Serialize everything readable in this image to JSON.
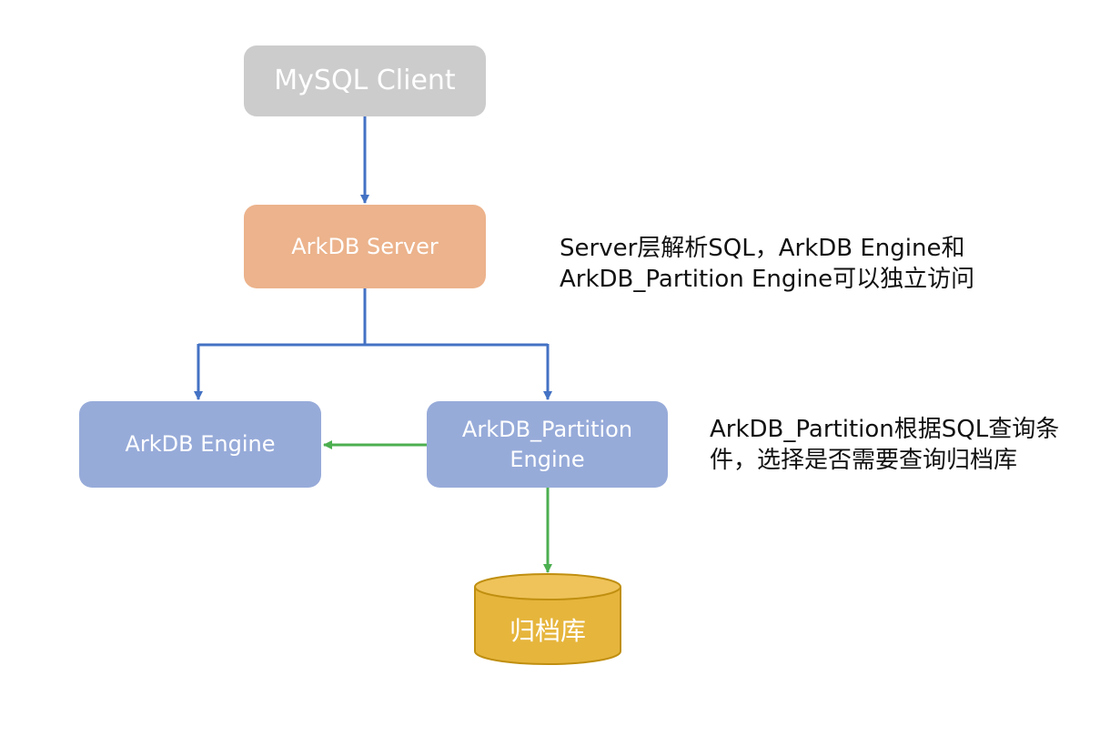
{
  "nodes": {
    "mysql_client": "MySQL Client",
    "arkdb_server": "ArkDB Server",
    "arkdb_engine": "ArkDB Engine",
    "arkdb_partition_line1": "ArkDB_Partition",
    "arkdb_partition_line2": "Engine",
    "archive_db": "归档库"
  },
  "notes": {
    "server_line1": "Server层解析SQL，ArkDB Engine和",
    "server_line2": "ArkDB_Partition Engine可以独立访问",
    "partition_line1": "ArkDB_Partition根据SQL查询条",
    "partition_line2": "件，选择是否需要查询归档库"
  },
  "colors": {
    "client": "#cccccc",
    "server": "#ecb38c",
    "engine": "#97abd9",
    "database": "#e6b53c",
    "blue_arrow": "#4472c4",
    "green_arrow": "#4caf50"
  }
}
